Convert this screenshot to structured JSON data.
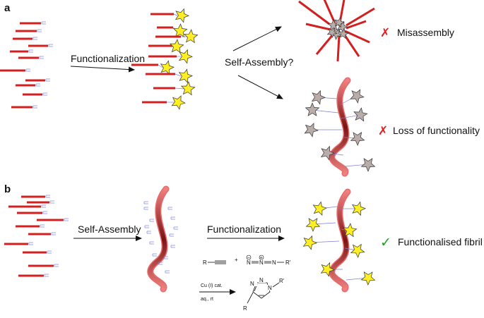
{
  "panels": {
    "a": {
      "label": "a",
      "step1": "Functionalization",
      "question": "Self-Assembly?",
      "outcome1": {
        "mark": "✗",
        "text": "Misassembly"
      },
      "outcome2": {
        "mark": "✗",
        "text": "Loss of functionality"
      }
    },
    "b": {
      "label": "b",
      "step1": "Self-Assembly",
      "step2": "Functionalization",
      "outcome": {
        "mark": "✓",
        "text": "Functionalised fibril"
      }
    }
  },
  "chemistry": {
    "alkyne_r": "R",
    "plus": "+",
    "n1": "N",
    "n2": "N",
    "n3": "N",
    "minus": "−",
    "charge_plus": "+",
    "azide_r": "R'",
    "catalyst": "Cu (I) cat.",
    "conditions": "aq., rt",
    "triazole_n1": "N",
    "triazole_n2": "N",
    "triazole_n3": "N",
    "triazole_r1": "R'",
    "triazole_r": "R"
  },
  "colors": {
    "peptide": "#d21f1f",
    "fibril_light": "#f07070",
    "fibril_dark": "#7a1414",
    "star_yellow": "#ffee22",
    "star_grey": "#b9aca9",
    "linker": "#7b7fd8",
    "cross": "#e02020",
    "check": "#19a319"
  },
  "icons": [
    "peptide-rod-icon",
    "star-label-icon",
    "fibril-icon",
    "cross-mark-icon",
    "check-mark-icon",
    "arrow-icon"
  ]
}
